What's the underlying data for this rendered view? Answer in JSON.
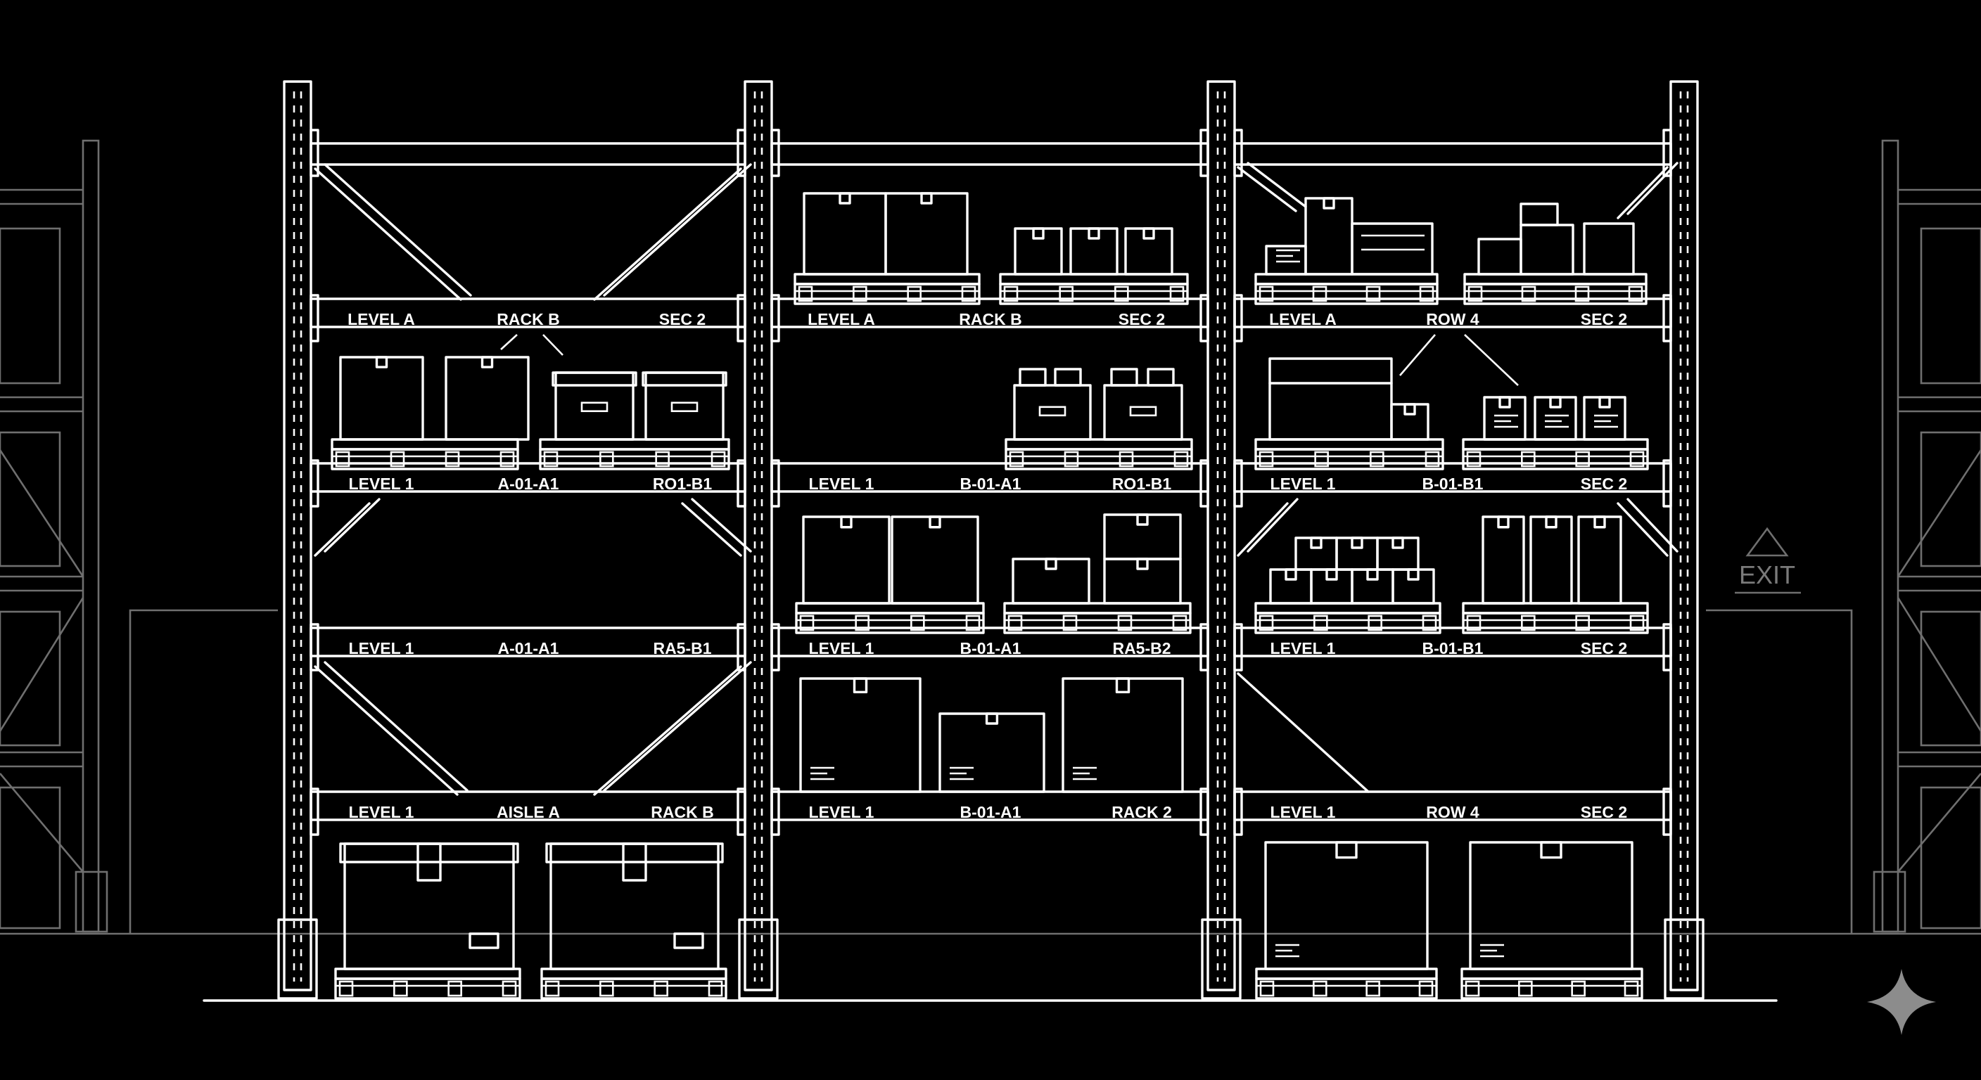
{
  "colors": {
    "background": "#000000",
    "line": "#ffffff",
    "background_rack": "#6f6f6f",
    "sparkle": "#8c8c8c"
  },
  "exit_sign": {
    "text": "EXIT",
    "icon": "triangle-icon"
  },
  "labels": [
    [
      "LEVEL A",
      "RACK B",
      "SEC 2"
    ],
    [
      "LEVEL A",
      "RACK B",
      "SEC 2"
    ],
    [
      "LEVEL A",
      "ROW 4",
      "SEC 2"
    ],
    [
      "LEVEL 1",
      "A-01-A1",
      "RO1-B1"
    ],
    [
      "LEVEL 1",
      "B-01-A1",
      "RO1-B1"
    ],
    [
      "LEVEL 1",
      "B-01-B1",
      "SEC 2"
    ],
    [
      "LEVEL 1",
      "A-01-A1",
      "RA5-B1"
    ],
    [
      "LEVEL 1",
      "B-01-A1",
      "RA5-B2"
    ],
    [
      "LEVEL 1",
      "B-01-B1",
      "SEC 2"
    ],
    [
      "LEVEL 1",
      "AISLE A",
      "RACK B"
    ],
    [
      "LEVEL 1",
      "B-01-A1",
      "RACK 2"
    ],
    [
      "LEVEL 1",
      "ROW 4",
      "SEC 2"
    ]
  ],
  "watermark_icon": "sparkle-icon"
}
